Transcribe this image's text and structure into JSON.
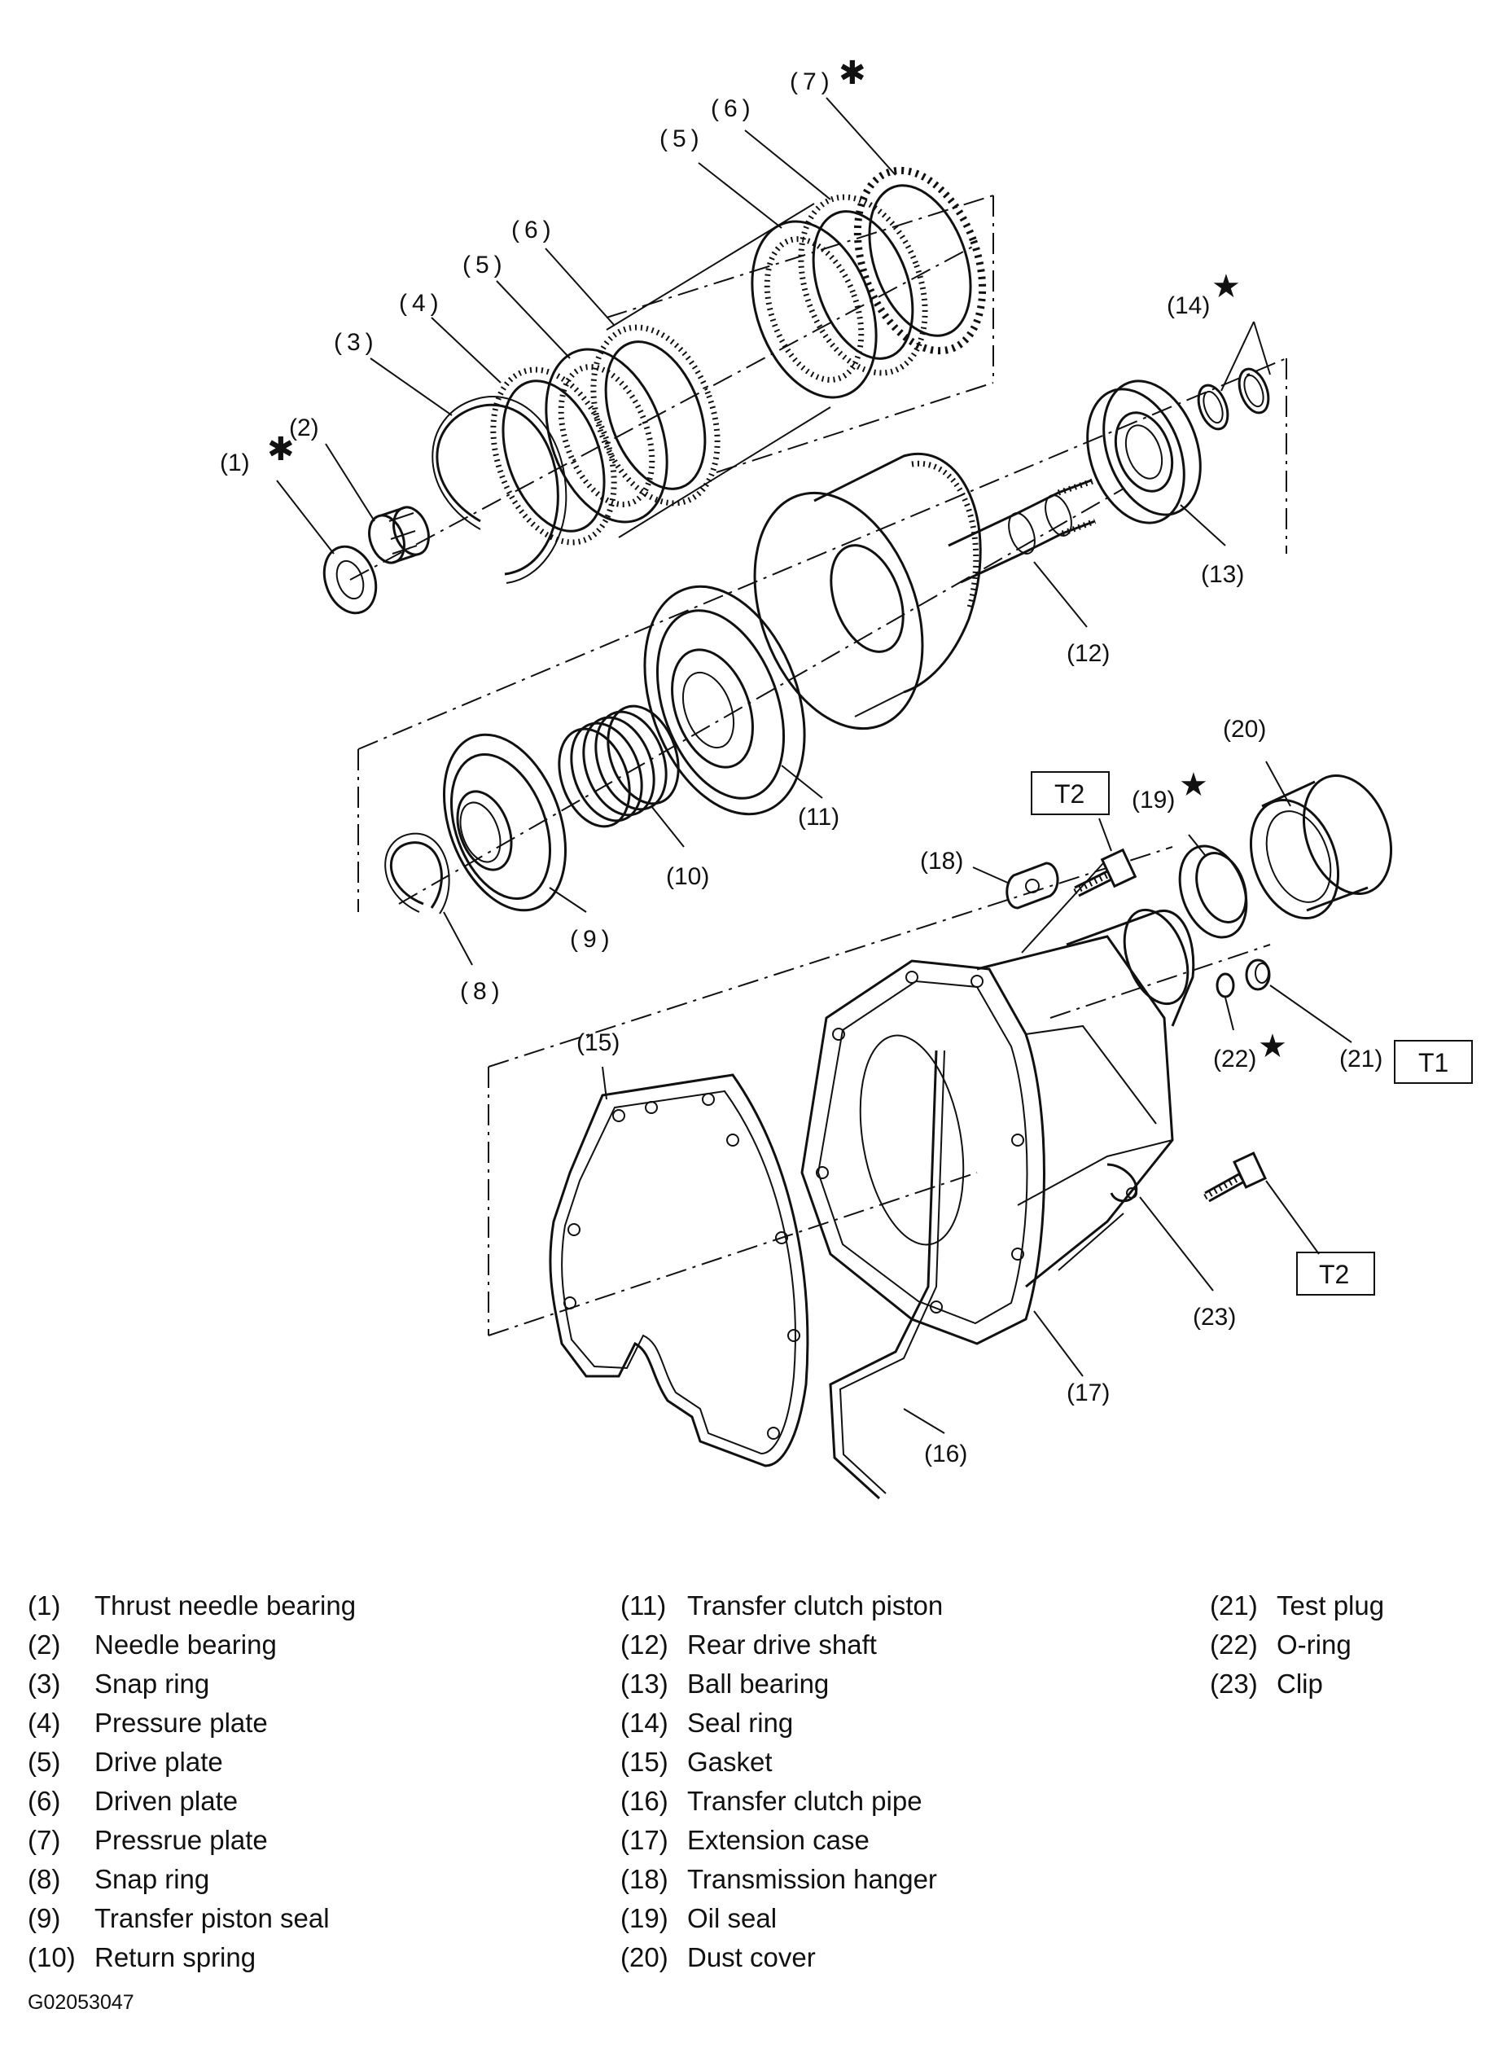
{
  "callouts": {
    "c1": "(1)",
    "c2": "(2)",
    "c3": "(3)",
    "c4": "(4)",
    "c5a": "(5)",
    "c5b": "(5)",
    "c6a": "(6)",
    "c6b": "(6)",
    "c7": "(7)",
    "c8": "(8)",
    "c9": "(9)",
    "c10": "(10)",
    "c11": "(11)",
    "c12": "(12)",
    "c13": "(13)",
    "c14": "(14)",
    "c15": "(15)",
    "c16": "(16)",
    "c17": "(17)",
    "c18": "(18)",
    "c19": "(19)",
    "c20": "(20)",
    "c21": "(21)",
    "c22": "(22)",
    "c23": "(23)"
  },
  "symbols": {
    "asterisk": "✱",
    "star": "★"
  },
  "torque_labels": {
    "t1": "T1",
    "t2_top": "T2",
    "t2_bottom": "T2"
  },
  "legend": [
    {
      "num": "(1)",
      "text": "Thrust needle bearing"
    },
    {
      "num": "(2)",
      "text": "Needle bearing"
    },
    {
      "num": "(3)",
      "text": "Snap ring"
    },
    {
      "num": "(4)",
      "text": "Pressure plate"
    },
    {
      "num": "(5)",
      "text": "Drive plate"
    },
    {
      "num": "(6)",
      "text": "Driven plate"
    },
    {
      "num": "(7)",
      "text": "Pressrue plate"
    },
    {
      "num": "(8)",
      "text": "Snap ring"
    },
    {
      "num": "(9)",
      "text": "Transfer piston seal"
    },
    {
      "num": "(10)",
      "text": "Return spring"
    },
    {
      "num": "(11)",
      "text": "Transfer clutch piston"
    },
    {
      "num": "(12)",
      "text": "Rear drive shaft"
    },
    {
      "num": "(13)",
      "text": "Ball bearing"
    },
    {
      "num": "(14)",
      "text": "Seal ring"
    },
    {
      "num": "(15)",
      "text": "Gasket"
    },
    {
      "num": "(16)",
      "text": "Transfer clutch pipe"
    },
    {
      "num": "(17)",
      "text": "Extension case"
    },
    {
      "num": "(18)",
      "text": "Transmission hanger"
    },
    {
      "num": "(19)",
      "text": "Oil seal"
    },
    {
      "num": "(20)",
      "text": "Dust cover"
    },
    {
      "num": "(21)",
      "text": "Test plug"
    },
    {
      "num": "(22)",
      "text": "O-ring"
    },
    {
      "num": "(23)",
      "text": "Clip"
    }
  ],
  "figure_code": "G02053047"
}
